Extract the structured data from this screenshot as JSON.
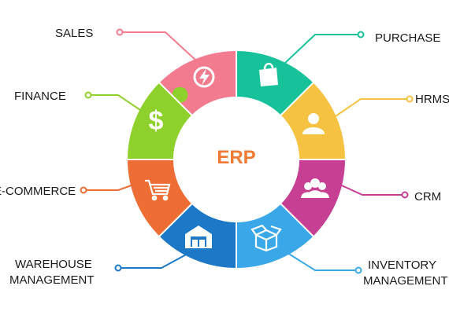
{
  "center_label": "ERP",
  "modules": [
    {
      "key": "sales",
      "label": "SALES",
      "color": "#f27b90",
      "icon": "lightning-bolt-icon"
    },
    {
      "key": "purchase",
      "label": "PURCHASE",
      "color": "#17c29a",
      "icon": "shopping-bag-icon"
    },
    {
      "key": "hrms",
      "label": "HRMS",
      "color": "#f5c242",
      "icon": "person-icon"
    },
    {
      "key": "crm",
      "label": "CRM",
      "color": "#c63f92",
      "icon": "group-icon"
    },
    {
      "key": "inventory",
      "label_line1": "INVENTORY",
      "label_line2": "MANAGEMENT",
      "color": "#3aa8e8",
      "icon": "open-box-icon"
    },
    {
      "key": "warehouse",
      "label_line1": "WAREHOUSE",
      "label_line2": "MANAGEMENT",
      "color": "#1e78c8",
      "icon": "warehouse-icon"
    },
    {
      "key": "ecommerce",
      "label": "E-COMMERCE",
      "color": "#ee6d35",
      "icon": "shopping-cart-icon"
    },
    {
      "key": "finance",
      "label": "FINANCE",
      "color": "#8fd12c",
      "icon": "dollar-sign-icon"
    }
  ]
}
